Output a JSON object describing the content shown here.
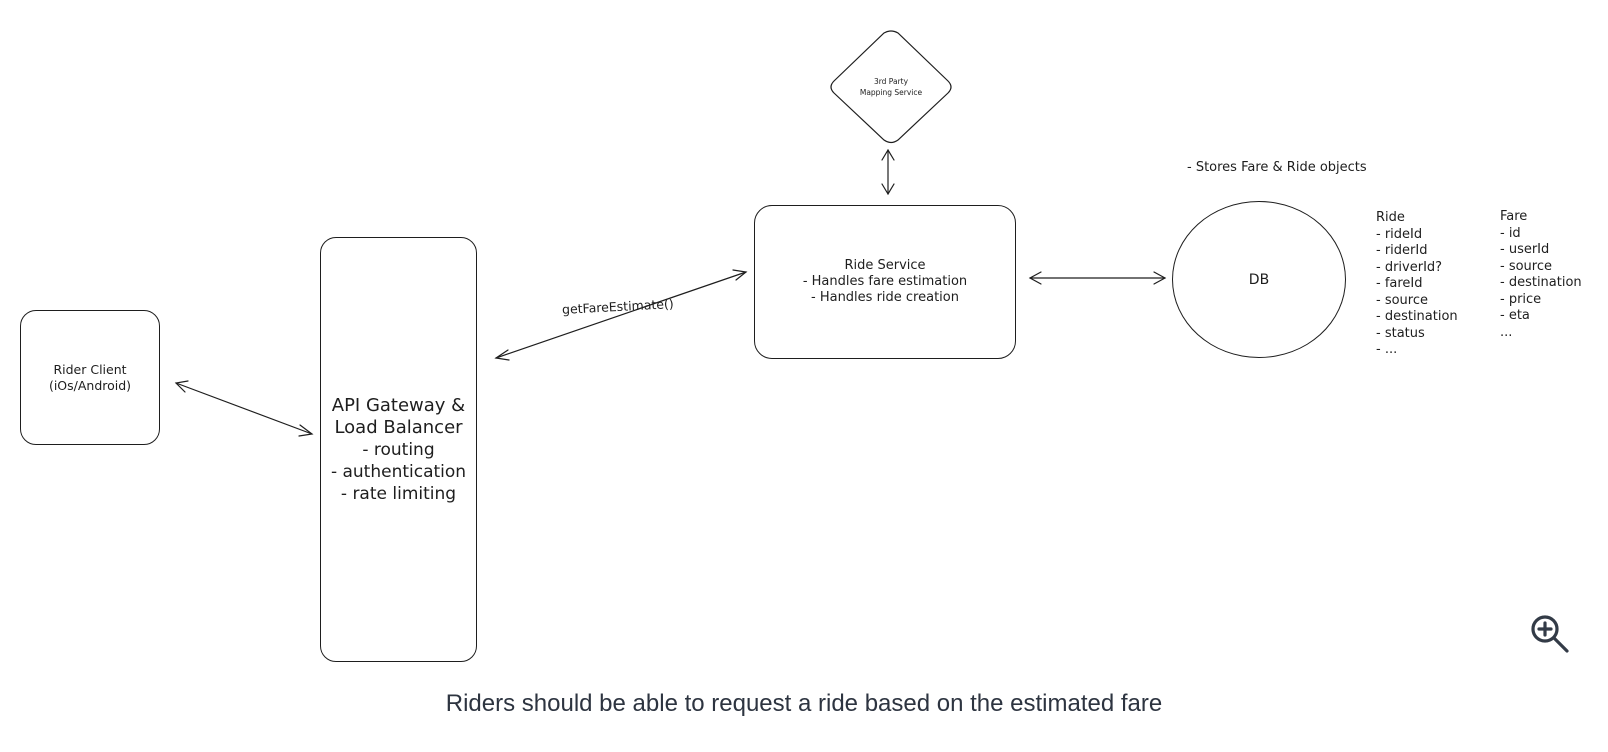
{
  "diagram": {
    "nodes": {
      "rider_client": {
        "lines": [
          "Rider Client",
          "(iOs/Android)"
        ]
      },
      "api_gateway": {
        "lines": [
          "API Gateway &",
          "Load Balancer",
          "- routing",
          "- authentication",
          "- rate limiting"
        ]
      },
      "ride_service": {
        "lines": [
          "Ride Service",
          "- Handles fare estimation",
          "- Handles ride creation"
        ]
      },
      "mapping_service": {
        "lines": [
          "3rd Party",
          "Mapping Service"
        ],
        "shape": "diamond"
      },
      "db": {
        "label": "DB",
        "shape": "ellipse"
      }
    },
    "db_note": "- Stores Fare & Ride objects",
    "schemas": {
      "ride": {
        "lines": [
          "Ride",
          "- rideId",
          "- riderId",
          "- driverId?",
          "- fareId",
          "- source",
          "- destination",
          "- status",
          "- ..."
        ]
      },
      "fare": {
        "lines": [
          "Fare",
          "- id",
          "- userId",
          "- source",
          "- destination",
          "- price",
          "- eta",
          "..."
        ]
      }
    },
    "edges": [
      {
        "from": "rider_client",
        "to": "api_gateway",
        "direction": "bidirectional"
      },
      {
        "from": "api_gateway",
        "to": "ride_service",
        "direction": "bidirectional",
        "label": "getFareEstimate()"
      },
      {
        "from": "ride_service",
        "to": "mapping_service",
        "direction": "bidirectional"
      },
      {
        "from": "ride_service",
        "to": "db",
        "direction": "bidirectional"
      }
    ],
    "stroke_color": "#1e1e1e"
  },
  "zoom_button": {
    "icon": "zoom-in-icon",
    "color": "#333b47"
  },
  "caption": "Riders should be able to request a ride based on the estimated fare"
}
